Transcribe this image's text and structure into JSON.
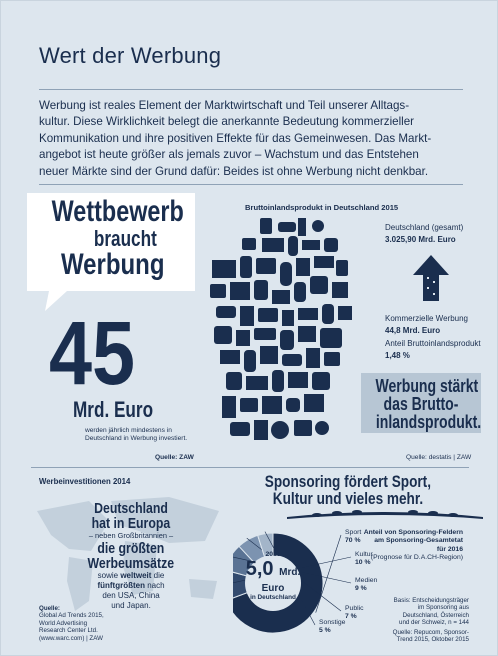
{
  "header": {
    "title": "Wert der Werbung",
    "intro_lines": [
      "Werbung ist reales Element der Marktwirtschaft und Teil unserer Alltags-",
      "kultur. Diese Wirklichkeit belegt die anerkannte Bedeutung kommerzieller",
      "Kommunikation und ihre positiven Effekte für das Gemeinwesen. Das Markt-",
      "angebot ist heute größer als jemals zuvor – Wachstum und das Entstehen",
      "neuer Märkte sind der Grund dafür: Beides ist ohne Werbung nicht denkbar."
    ]
  },
  "competition": {
    "line1": "Wettbewerb",
    "line2": "braucht",
    "line3": "Werbung",
    "big_number": "45",
    "unit": "Mrd. Euro",
    "caption_line1": "werden jährlich mindestens in",
    "caption_line2": "Deutschland in Werbung investiert.",
    "source": "Quelle: ZAW"
  },
  "gdp": {
    "title": "Bruttoinlandsprodukt in Deutschland 2015",
    "total_label": "Deutschland (gesamt)",
    "total_value": "3.025,90 Mrd. Euro",
    "ad_label": "Kommerzielle Werbung",
    "ad_value": "44,8 Mrd. Euro",
    "share_label": "Anteil Bruttoinlandsprodukt",
    "share_value": "1,48 %",
    "box_line1": "Werbung stärkt",
    "box_line2": "das Brutto-",
    "box_line3": "inlandsprodukt.",
    "source": "Quelle: destatis | ZAW"
  },
  "invest": {
    "title": "Werbeinvestitionen 2014",
    "l1": "Deutschland",
    "l2": "hat in Europa",
    "l3": "– neben Großbritannien –",
    "l4": "die größten",
    "l5": "Werbeumsätze",
    "l6a": "sowie ",
    "l6b": "weltweit",
    "l6c": " die",
    "l7": "fünftgrößten",
    "l7b": " nach",
    "l8": "den USA, China",
    "l9": "und Japan.",
    "source_lines": [
      "Quelle:",
      "Global Ad Trends 2015,",
      "World Advertising",
      "Research Center Ltd.",
      "(www.warc.com) | ZAW"
    ]
  },
  "sponsoring": {
    "head1": "Sponsoring fördert Sport,",
    "head2": "Kultur und vieles mehr.",
    "share_title_lines": [
      "Anteil von Sponsoring-Feldern",
      "am Sponsoring-Gesamtetat",
      "für 2016"
    ],
    "share_note": "(Prognose für D.A.CH-Region)",
    "center_year": "2015",
    "center_value": "5,0",
    "center_unit1": "Mrd.",
    "center_unit2": "Euro",
    "center_place": "in Deutschland",
    "basis_lines": [
      "Basis: Entscheidungsträger",
      "im Sponsoring aus",
      "Deutschland, Österreich",
      "und der Schweiz, n = 144"
    ],
    "source_lines": [
      "Quelle: Repucom, Sponsor-",
      "Trend 2015, Oktober 2015"
    ]
  },
  "chart_data": {
    "type": "pie",
    "categories": [
      "Sport",
      "Kultur",
      "Medien",
      "Public",
      "Sonstige"
    ],
    "values": [
      70,
      10,
      9,
      7,
      5
    ],
    "value_labels": [
      "70 %",
      "10 %",
      "9 %",
      "7 %",
      "5 %"
    ],
    "colors": [
      "#1a2e4e",
      "#324a6e",
      "#5a7394",
      "#7c93b0",
      "#a3b5c9"
    ]
  }
}
